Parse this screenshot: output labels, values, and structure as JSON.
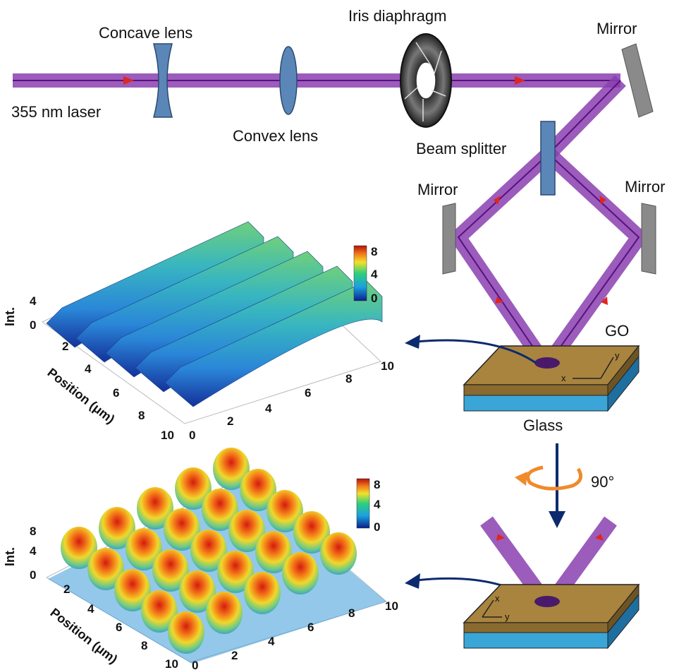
{
  "labels": {
    "laser": "355 nm laser",
    "concave_lens": "Concave lens",
    "convex_lens": "Convex lens",
    "iris": "Iris diaphragm",
    "mirror_top": "Mirror",
    "beam_splitter": "Beam splitter",
    "mirror_left": "Mirror",
    "mirror_right": "Mirror",
    "go": "GO",
    "glass": "Glass",
    "rotation": "90°",
    "stage_axis_x": "x",
    "stage_axis_y": "y",
    "stage2_axis_x": "x",
    "stage2_axis_y": "y"
  },
  "plot_top": {
    "z_label": "Int.",
    "y_label": "Position (μm)",
    "z_ticks": [
      "4",
      "0"
    ],
    "y_ticks": [
      "2",
      "4",
      "6",
      "8",
      "10"
    ],
    "x_ticks": [
      "0",
      "2",
      "4",
      "6",
      "8",
      "10"
    ],
    "colorbar_ticks": [
      "8",
      "4",
      "0"
    ]
  },
  "plot_bottom": {
    "z_label": "Int.",
    "y_label": "Position (μm)",
    "z_ticks": [
      "8",
      "4",
      "0"
    ],
    "y_ticks": [
      "2",
      "4",
      "6",
      "8",
      "10"
    ],
    "x_ticks": [
      "0",
      "2",
      "4",
      "6",
      "8",
      "10"
    ],
    "colorbar_ticks": [
      "8",
      "4",
      "0"
    ]
  },
  "colors": {
    "beam": "#8a3fb0",
    "beam_core": "#7a1fa0",
    "beam_arrow": "#e0261f",
    "lens": "#5b86b8",
    "mirror": "#8a8a8a",
    "go_film": "#a8843e",
    "glass": "#3aa6d8",
    "curved_arrow": "#0d2a6e",
    "rotation_arrow": "#f08a2a"
  }
}
